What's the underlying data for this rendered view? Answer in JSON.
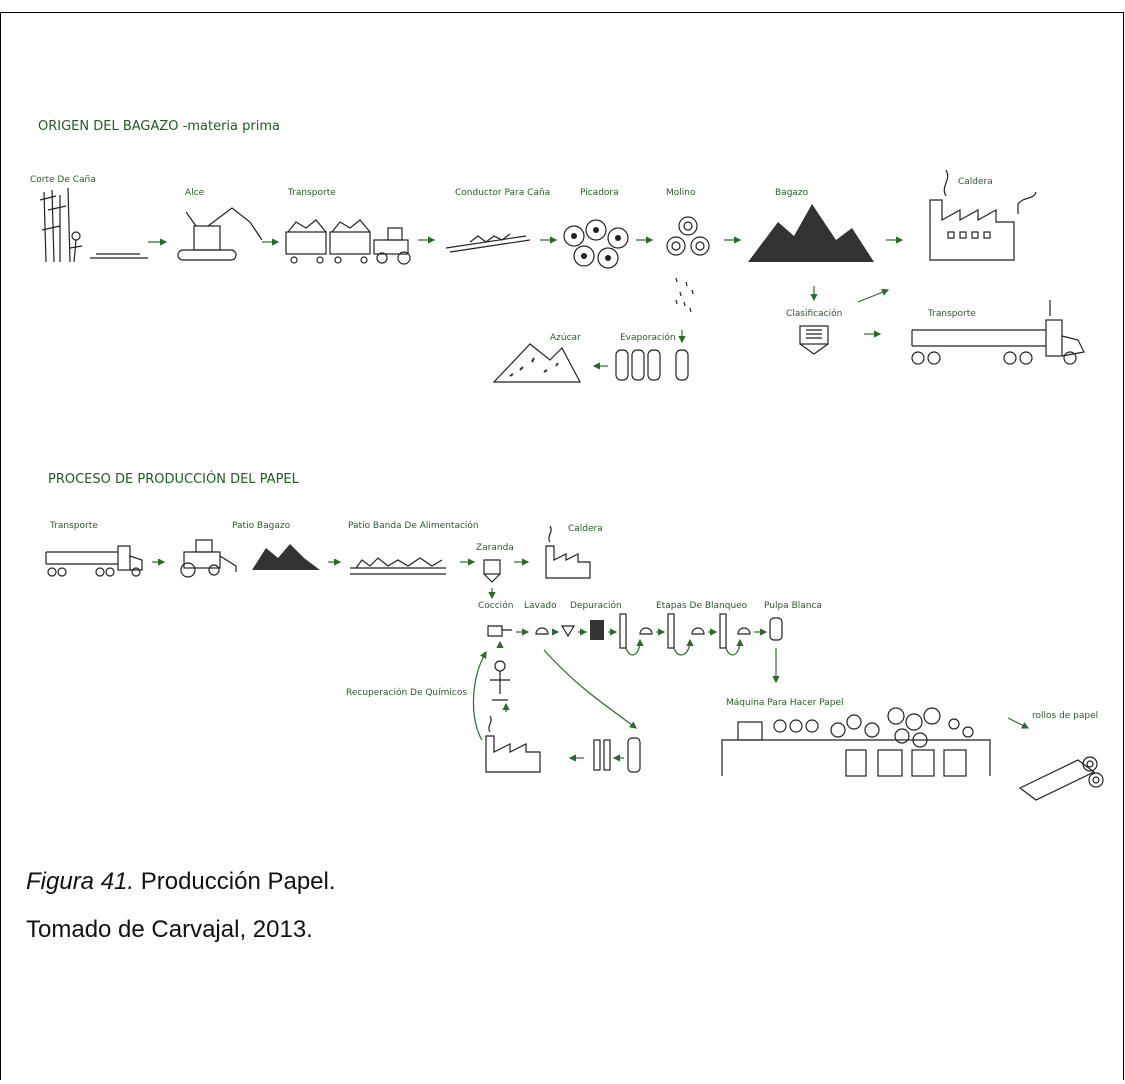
{
  "headers": {
    "origen": "ORIGEN DEL BAGAZO -materia prima",
    "proceso": "PROCESO DE PRODUCCIÓN DEL PAPEL"
  },
  "origen_steps": {
    "corte": "Corte De Caña",
    "alce": "Alce",
    "transporte1": "Transporte",
    "conductor": "Conductor Para Caña",
    "picadora": "Picadora",
    "molino": "Molino",
    "bagazo": "Bagazo",
    "caldera1": "Caldera",
    "clasificacion": "Clasificación",
    "transporte2": "Transporte",
    "evaporacion": "Evaporación",
    "azucar": "Azúcar"
  },
  "proceso_steps": {
    "transporte": "Transporte",
    "patio_bagazo": "Patio Bagazo",
    "patio_banda": "Patio Banda De Alimentación",
    "zaranda": "Zaranda",
    "caldera": "Caldera",
    "coccion": "Cocción",
    "lavado": "Lavado",
    "depuracion": "Depuración",
    "blanqueo": "Etapas De Blanqueo",
    "pulpa": "Pulpa Blanca",
    "recuperacion": "Recuperación De Químicos",
    "maquina": "Máquina Para Hacer Papel",
    "rollos": "rollos de papel"
  },
  "caption": {
    "figure": "Figura 41.",
    "title": " Producción Papel.",
    "source": "Tomado de Carvajal, 2013."
  },
  "colors": {
    "label_green": "#2a5a2a",
    "arrow_green": "#2a6a2a"
  }
}
